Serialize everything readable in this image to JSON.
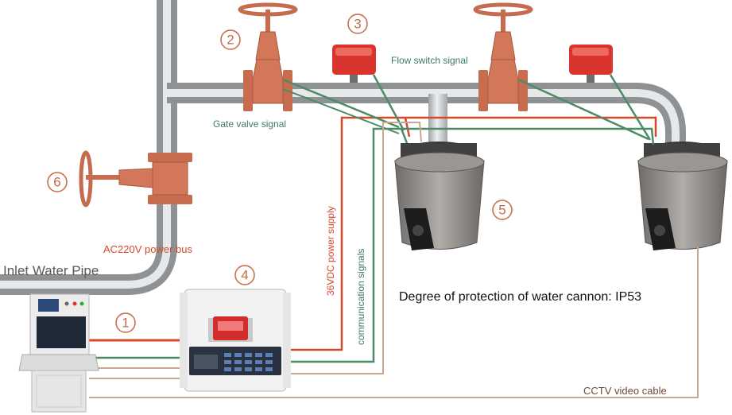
{
  "labels": {
    "inlet_pipe": "Inlet Water Pipe",
    "power_bus": "AC220V power bus",
    "gate_valve_signal": "Gate valve signal",
    "flow_switch_signal": "Flow switch signal",
    "vdc_supply": "36VDC power supply",
    "comm_signals": "communication signals",
    "protection": "Degree of protection of water cannon: IP53",
    "cctv_cable": "CCTV video cable"
  },
  "callouts": [
    "1",
    "2",
    "3",
    "4",
    "5",
    "6"
  ],
  "colors": {
    "pipe": "#bfc2c4",
    "valve": "#d2775a",
    "flow_switch": "#d9352e",
    "cannon": "#8a8783",
    "power_line": "#d34a2a",
    "signal_line": "#4d8a66",
    "cctv_line": "#c9a790",
    "callout": "#c76a45"
  },
  "icons": {
    "gate_valve": "gate-valve-icon",
    "flow_switch": "flow-switch-icon",
    "water_cannon": "water-cannon-icon",
    "control_console": "console-icon",
    "controller": "controller-box-icon"
  }
}
